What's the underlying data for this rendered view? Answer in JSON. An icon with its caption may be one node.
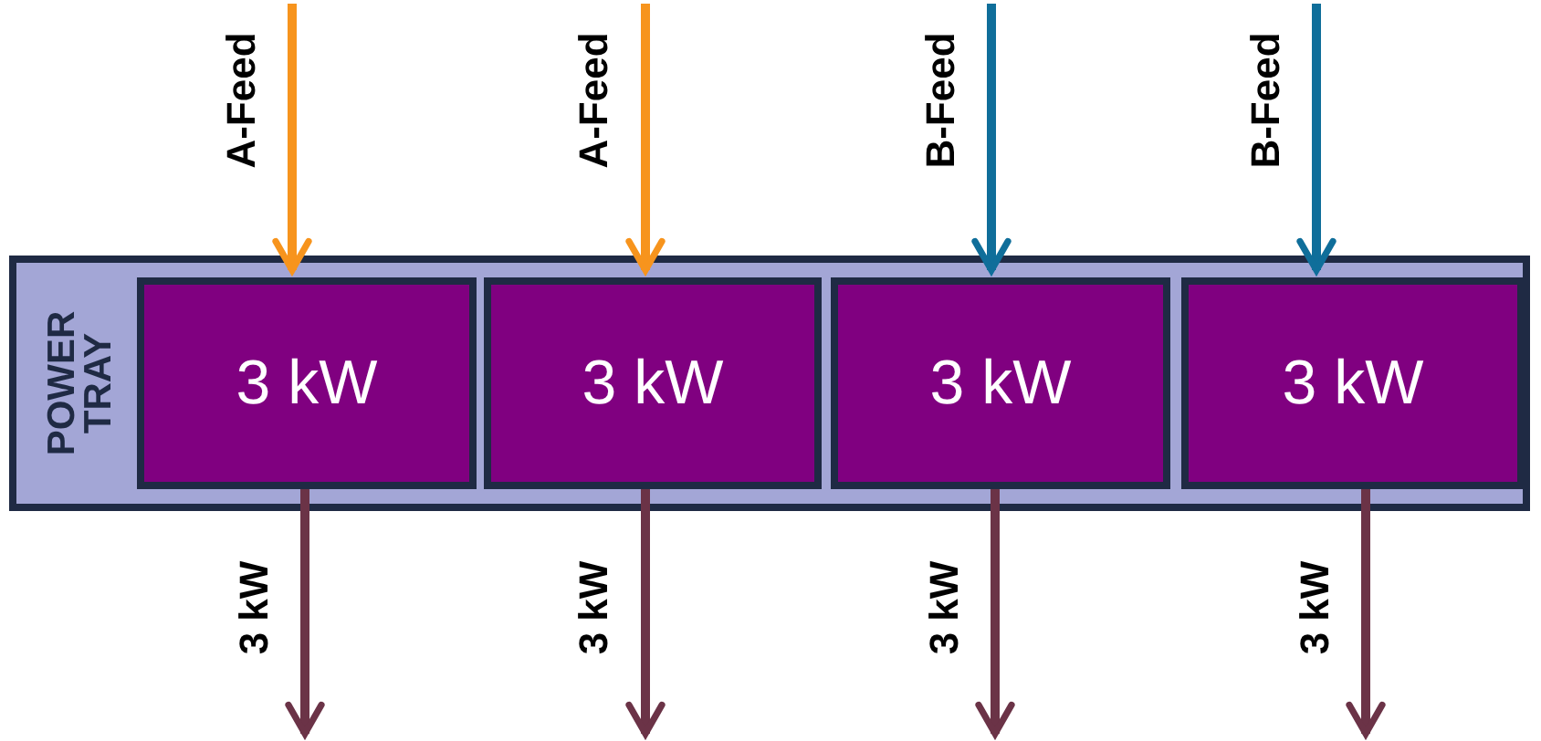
{
  "diagram": {
    "nodes": [
      {
        "text": [
          "POWER TRAY"
        ]
      },
      {
        "text": [
          "3 kW"
        ],
        "in": 0
      },
      {
        "text": [
          "3 kW"
        ],
        "in": 0
      },
      {
        "text": [
          "3 kW"
        ],
        "in": 0
      },
      {
        "text": [
          "3 kW"
        ],
        "in": 0
      }
    ],
    "edges": [
      {
        "from": null,
        "to": 1,
        "arrow": "to",
        "label": "A-Feed",
        "color": "#f7941d"
      },
      {
        "from": null,
        "to": 2,
        "arrow": "to",
        "label": "A-Feed",
        "color": "#f7941d"
      },
      {
        "from": null,
        "to": 3,
        "arrow": "to",
        "label": "B-Feed",
        "color": "#0f6e9a"
      },
      {
        "from": null,
        "to": 4,
        "arrow": "to",
        "label": "B-Feed",
        "color": "#0f6e9a"
      },
      {
        "from": 1,
        "to": null,
        "arrow": "to",
        "label": "3 kW"
      },
      {
        "from": 2,
        "to": null,
        "arrow": "to",
        "label": "3 kW"
      },
      {
        "from": 3,
        "to": null,
        "arrow": "to",
        "label": "3 kW"
      },
      {
        "from": 4,
        "to": null,
        "arrow": "to",
        "label": "3 kW"
      }
    ]
  }
}
